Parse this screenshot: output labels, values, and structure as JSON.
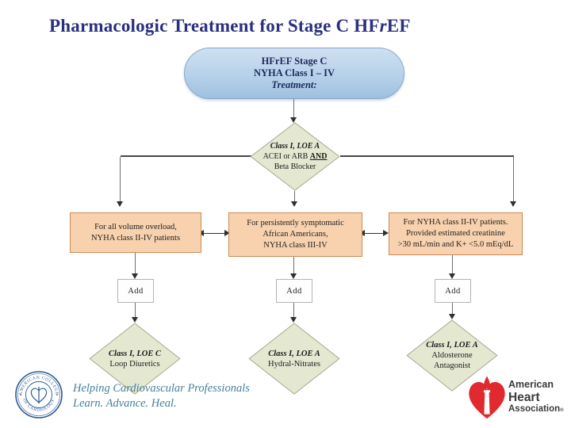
{
  "colors": {
    "title-navy": "#2a3080",
    "stadium-border": "#86a9cb",
    "stadium-text": "#1d2a5e",
    "diamond-fill": "#e4e8d1",
    "diamond-border": "#aaa68c",
    "box-fill": "#f8d1ae",
    "box-border": "#c98a55",
    "line-dark": "#474747",
    "line-gray": "#6e6e6e",
    "acc-blue": "#2a5a94",
    "tagline-teal": "#44809e",
    "aha-red": "#e12a2f",
    "aha-text": "#3c3c3c"
  },
  "title": {
    "part1": "Pharmacologic Treatment for Stage C HF",
    "part2": "r",
    "part3": "EF"
  },
  "flowchart": {
    "start": {
      "line1": "HFrEF Stage C",
      "line2": "NYHA Class I – IV",
      "line3": "Treatment:"
    },
    "decision_top": {
      "loe": "Class I, LOE A",
      "line2_pre": "ACEI or ARB ",
      "line2_and": "AND",
      "line3": "Beta Blocker"
    },
    "box_left": {
      "line1": "For all volume overload,",
      "line2": "NYHA class II-IV patients"
    },
    "box_middle": {
      "line1": "For persistently symptomatic",
      "line2": "African Americans,",
      "line3": "NYHA class III-IV"
    },
    "box_right": {
      "line1": "For NYHA class II-IV patients.",
      "line2": "Provided  estimated creatinine",
      "line3": ">30 mL/min and K+ <5.0 mEq/dL"
    },
    "add_left": "Add",
    "add_middle": "Add",
    "add_right": "Add",
    "diamond_left": {
      "loe": "Class I, LOE C",
      "line2": "Loop Diuretics"
    },
    "diamond_middle": {
      "loe": "Class I, LOE A",
      "line2": "Hydral-Nitrates"
    },
    "diamond_right": {
      "loe": "Class I, LOE A",
      "line2": "Aldosterone",
      "line3": "Antagonist"
    }
  },
  "footer": {
    "acc": {
      "seal_top": "AMERICAN COLLEGE",
      "seal_bottom": "OF CARDIOLOGY",
      "tagline1": "Helping Cardiovascular Professionals",
      "tagline2": "Learn. Advance. Heal."
    },
    "aha": {
      "line1": "American",
      "line2": "Heart",
      "line3": "Association",
      "reg": "®"
    }
  }
}
